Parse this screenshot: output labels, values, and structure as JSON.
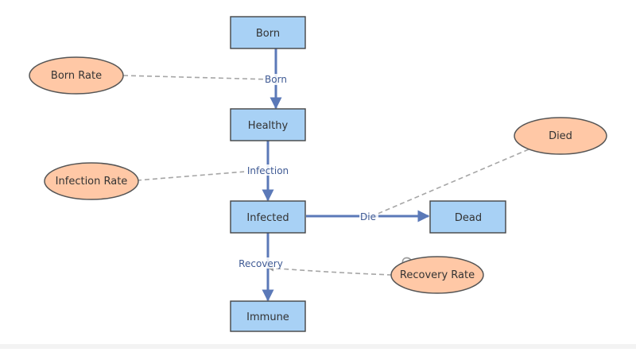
{
  "diagram": {
    "stocks": [
      {
        "id": "born",
        "label": "Born"
      },
      {
        "id": "healthy",
        "label": "Healthy"
      },
      {
        "id": "infected",
        "label": "Infected"
      },
      {
        "id": "immune",
        "label": "Immune"
      },
      {
        "id": "dead",
        "label": "Dead"
      }
    ],
    "parameters": [
      {
        "id": "born-rate",
        "label": "Born Rate"
      },
      {
        "id": "infection-rate",
        "label": "Infection Rate"
      },
      {
        "id": "recovery-rate",
        "label": "Recovery Rate"
      },
      {
        "id": "died",
        "label": "Died"
      }
    ],
    "flows": [
      {
        "id": "born-flow",
        "from": "born",
        "to": "healthy",
        "label": "Born"
      },
      {
        "id": "infection-flow",
        "from": "healthy",
        "to": "infected",
        "label": "Infection"
      },
      {
        "id": "recovery-flow",
        "from": "infected",
        "to": "immune",
        "label": "Recovery"
      },
      {
        "id": "die-flow",
        "from": "infected",
        "to": "dead",
        "label": "Die"
      }
    ],
    "influences": [
      {
        "from": "born-rate",
        "to": "born-flow"
      },
      {
        "from": "infection-rate",
        "to": "infection-flow"
      },
      {
        "from": "recovery-rate",
        "to": "recovery-flow"
      },
      {
        "from": "died",
        "to": "die-flow"
      }
    ],
    "colors": {
      "stock_fill": "#a8d1f5",
      "stock_border": "#444444",
      "parameter_fill": "#ffc8a6",
      "parameter_border": "#555555",
      "flow_arrow": "#5b79b8",
      "influence_line": "#a6a6a6",
      "flow_label_text": "#3f5a94"
    }
  }
}
